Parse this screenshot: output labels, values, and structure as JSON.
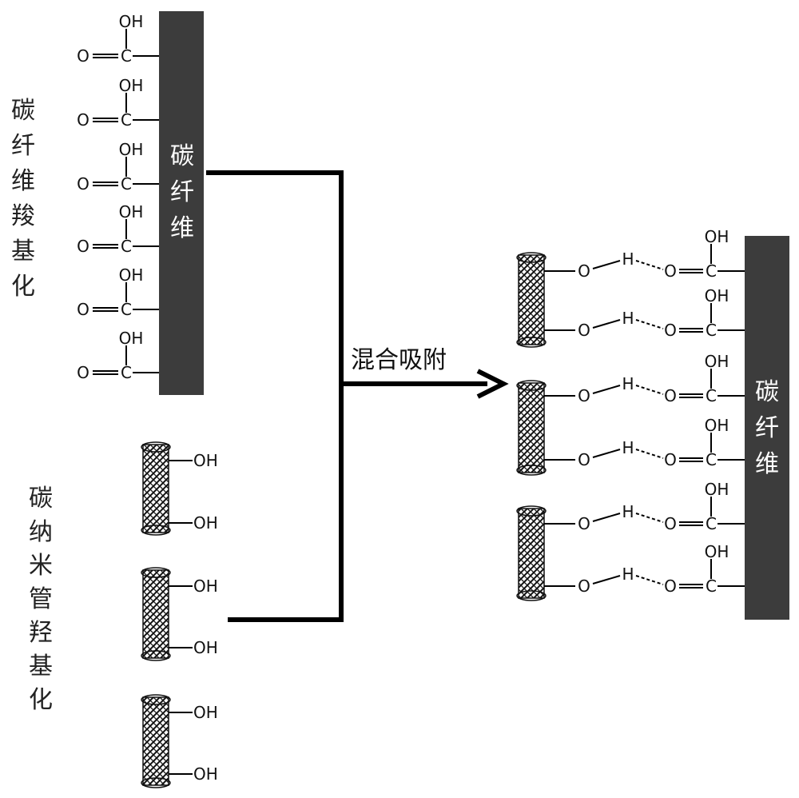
{
  "left_title_cf": [
    "碳",
    "纤",
    "维",
    "羧",
    "基",
    "化"
  ],
  "left_title_cnt": [
    "碳",
    "纳",
    "米",
    "管",
    "羟",
    "基",
    "化"
  ],
  "fiber_label": [
    "碳",
    "纤",
    "维"
  ],
  "arrow_label": "混合吸附",
  "atoms": {
    "O": "O",
    "C": "C",
    "H": "H",
    "OH": "OH"
  },
  "colors": {
    "fiber": "#3c3c3c",
    "line": "#000000"
  }
}
